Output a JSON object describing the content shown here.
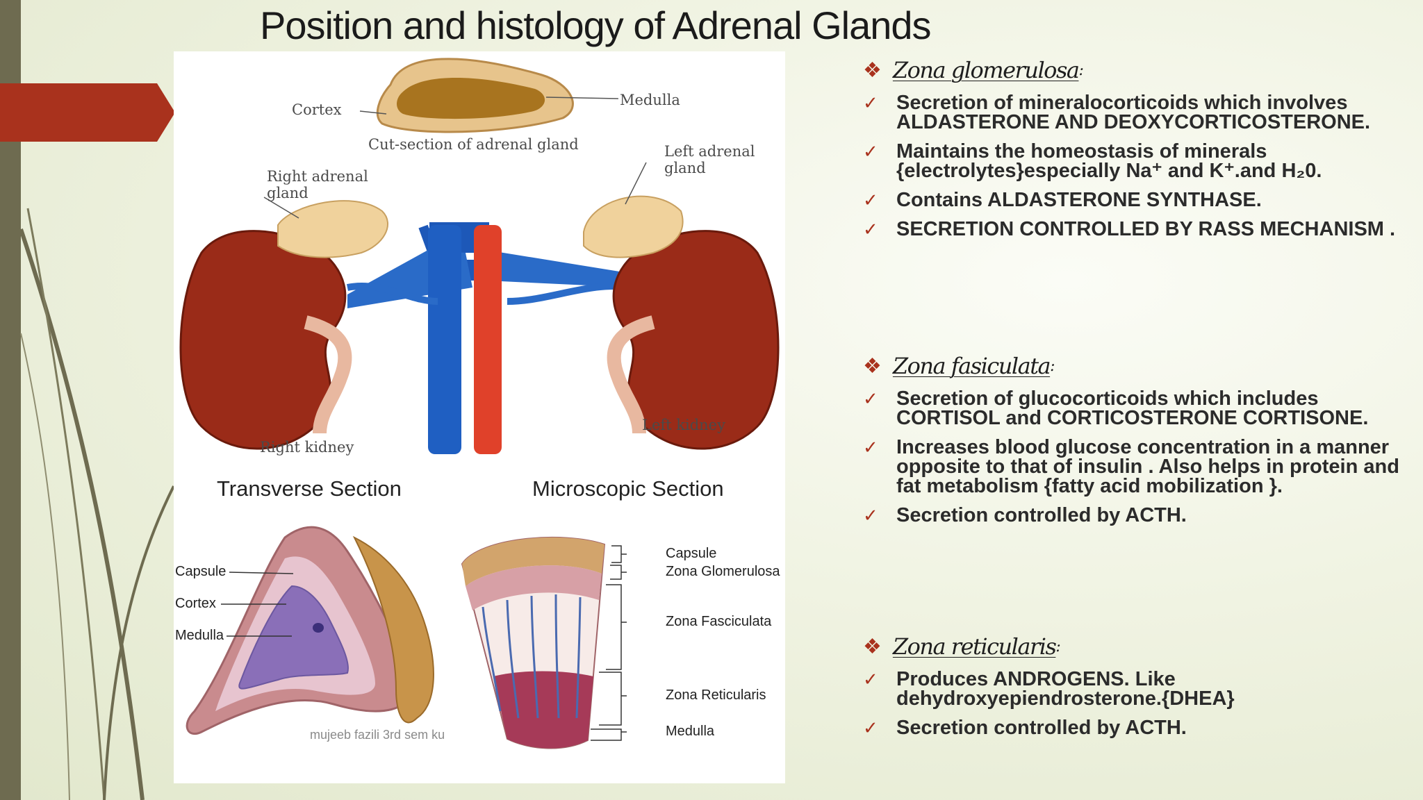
{
  "slide": {
    "title": "Position and histology of Adrenal Glands",
    "accent_color": "#a9321d",
    "sidebar_color": "#6e6b50"
  },
  "figure": {
    "top_labels": {
      "cortex": "Cortex",
      "medulla": "Medulla",
      "cut_section": "Cut-section of adrenal gland",
      "right_gland": "Right adrenal gland",
      "left_gland": "Left adrenal gland",
      "right_kidney": "Right kidney",
      "left_kidney": "Left kidney"
    },
    "transverse": {
      "heading": "Transverse Section",
      "capsule": "Capsule",
      "cortex": "Cortex",
      "medulla": "Medulla"
    },
    "microscopic": {
      "heading": "Microscopic Section",
      "capsule": "Capsule",
      "glomerulosa": "Zona Glomerulosa",
      "fasciculata": "Zona Fasciculata",
      "reticularis": "Zona Reticularis",
      "medulla": "Medulla"
    },
    "credit": "mujeeb fazili  3rd sem ku"
  },
  "zones": [
    {
      "name": "Zona glomerulosa",
      "colon": ":",
      "bullets": [
        "Secretion of mineralocorticoids which involves ALDASTERONE AND DEOXYCORTICOSTERONE.",
        "Maintains the homeostasis of minerals {electrolytes}especially Na⁺ and K⁺.and H₂0.",
        "Contains ALDASTERONE SYNTHASE.",
        "SECRETION CONTROLLED BY RASS MECHANISM ."
      ]
    },
    {
      "name": "Zona fasiculata",
      "colon": ":",
      "bullets": [
        "Secretion of glucocorticoids which includes CORTISOL and  CORTICOSTERONE CORTISONE.",
        "Increases blood glucose concentration in a manner opposite to that of insulin . Also helps in protein and fat metabolism {fatty acid mobilization }.",
        "Secretion controlled by ACTH."
      ]
    },
    {
      "name": "Zona reticularis",
      "colon": ":",
      "bullets": [
        "Produces ANDROGENS. Like dehydroxyepiendrosterone.{DHEA}",
        "Secretion controlled by ACTH."
      ]
    }
  ],
  "icons": {
    "zone_marker": "diamond-cluster-icon",
    "bullet_marker": "checkmark-icon"
  }
}
